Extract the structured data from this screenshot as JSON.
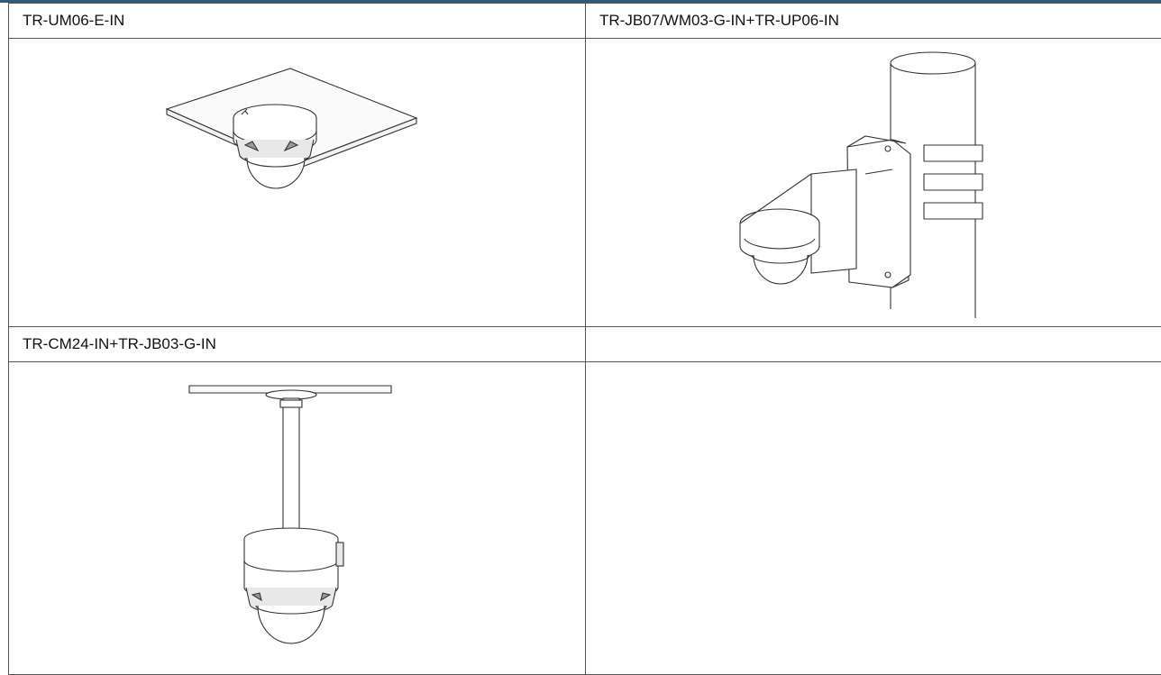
{
  "table": {
    "rows": [
      {
        "cells": [
          {
            "label": "TR-UM06-E-IN"
          },
          {
            "label": "TR-JB07/WM03-G-IN+TR-UP06-IN"
          }
        ]
      },
      {
        "cells": [
          {
            "image": "ceiling-mount-dome-camera-drawing"
          },
          {
            "image": "pole-mount-dome-camera-drawing"
          }
        ]
      },
      {
        "cells": [
          {
            "label": "TR-CM24-IN+TR-JB03-G-IN"
          },
          {
            "label": ""
          }
        ]
      },
      {
        "cells": [
          {
            "image": "pendant-mount-dome-camera-drawing"
          },
          {
            "image": ""
          }
        ]
      }
    ]
  }
}
